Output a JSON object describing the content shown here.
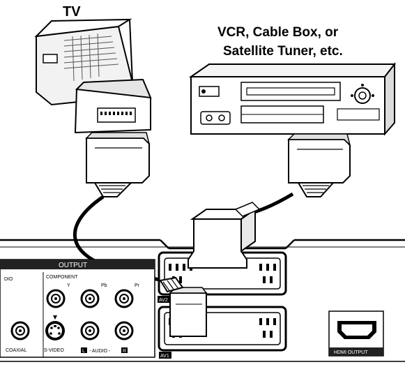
{
  "labels": {
    "tv": "TV",
    "vcr_line1": "VCR, Cable Box, or",
    "vcr_line2": "Satellite Tuner, etc."
  },
  "panel": {
    "output_header": "OUTPUT",
    "dio": "DIO",
    "component": "COMPONENT",
    "y": "Y",
    "pb": "Pb",
    "pr": "Pr",
    "coaxial": "COAXIAL",
    "svideo": "S-VIDEO",
    "audio_l": "L",
    "audio_word": "- AUDIO -",
    "audio_r": "R",
    "av2": "AV2",
    "av1": "AV1",
    "hdmi": "HDMI OUTPUT"
  }
}
